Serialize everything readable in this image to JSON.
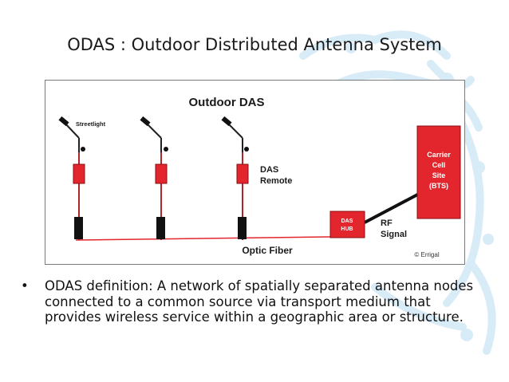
{
  "slide": {
    "title": "ODAS : Outdoor Distributed Antenna System",
    "bullets": [
      "ODAS definition: A network of spatially separated antenna nodes connected to a common source via transport medium that provides wireless service within a geographic area or structure."
    ],
    "bullet_glyph": "•"
  },
  "diagram": {
    "title": "Outdoor DAS",
    "labels": {
      "streetlight": "Streetlight",
      "das_remote_line1": "DAS",
      "das_remote_line2": "Remote",
      "das_hub_line1": "DAS",
      "das_hub_line2": "HUB",
      "rf_line1": "RF",
      "rf_line2": "Signal",
      "optic_fiber": "Optic Fiber",
      "carrier_line1": "Carrier",
      "carrier_line2": "Cell",
      "carrier_line3": "Site",
      "carrier_line4": "(BTS)",
      "credit": "© Errigal"
    },
    "colors": {
      "equipment": "#e3262d",
      "fiber": "#e3262d",
      "pole": "#222222",
      "base_unit": "#111111",
      "frame": "#7a7a7a",
      "watermark": "#d8ecf7"
    }
  }
}
